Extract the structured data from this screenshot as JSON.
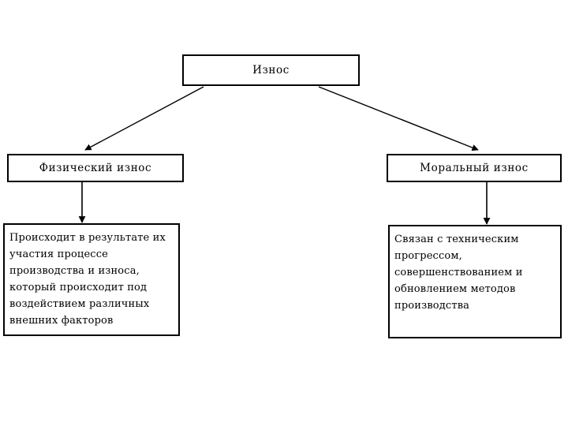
{
  "diagram": {
    "title_node": {
      "label": "Износ"
    },
    "branches": [
      {
        "id": "physical",
        "label": "Физический износ",
        "description_lines": [
          "Происходит в результате их",
          "участия процессе",
          "производства  и износа,",
          "который происходит под",
          "воздействием различных",
          "внешних факторов"
        ]
      },
      {
        "id": "moral",
        "label": "Моральный износ",
        "description_lines": [
          "Связан с техническим",
          "прогрессом,",
          "совершенствованием и",
          "обновлением методов",
          "производства"
        ]
      }
    ],
    "connectors": [
      {
        "name": "root-to-physical",
        "type": "diagonal-arrow"
      },
      {
        "name": "root-to-moral",
        "type": "diagonal-arrow"
      },
      {
        "name": "physical-to-description",
        "type": "vertical-arrow"
      },
      {
        "name": "moral-to-description",
        "type": "vertical-arrow"
      }
    ],
    "colors": {
      "stroke": "#000000",
      "background": "#ffffff",
      "text": "#000000"
    }
  }
}
